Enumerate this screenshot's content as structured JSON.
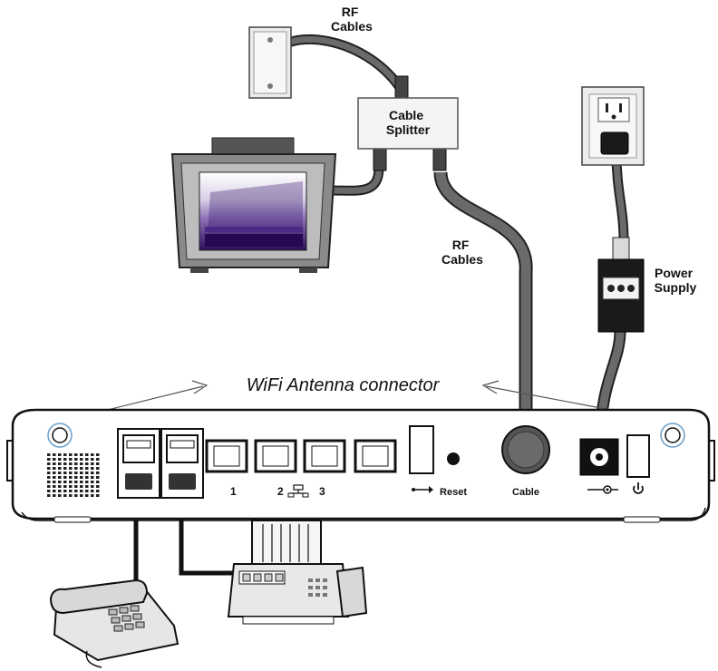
{
  "labels": {
    "rf_cables_top": [
      "RF",
      "Cables"
    ],
    "cable_splitter": [
      "Cable",
      "Splitter"
    ],
    "rf_cables_mid": [
      "RF",
      "Cables"
    ],
    "power_supply": [
      "Power",
      "Supply"
    ],
    "wifi_antenna": "WiFi Antenna connector"
  },
  "ports": {
    "ethernet_numbers": [
      "1",
      "2",
      "3"
    ],
    "reset": "Reset",
    "cable": "Cable"
  },
  "icons": [
    "wall-coax-outlet-icon",
    "cable-splitter-icon",
    "television-icon",
    "wall-power-outlet-icon",
    "power-adapter-icon",
    "cable-modem-icon",
    "telephone-icon",
    "fax-machine-icon",
    "usb-icon",
    "power-icon",
    "network-icon"
  ],
  "colors": {
    "cable": "#5a5a5a",
    "cable_outline": "#222222",
    "device_outline": "#111111",
    "screen_purple": "#3a1a6e"
  }
}
